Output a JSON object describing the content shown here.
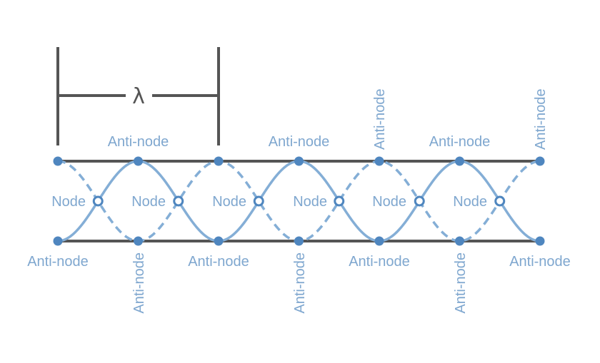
{
  "diagram": {
    "wavelength_symbol": "λ",
    "node_label": "Node",
    "antinode_label": "Anti-node",
    "colors": {
      "bar": "#555555",
      "wave": "#84aed6",
      "antinode_dot": "#4f86bf",
      "label": "#7fa7cf",
      "lambda": "#555555"
    },
    "half_wavelength_count": 6
  }
}
